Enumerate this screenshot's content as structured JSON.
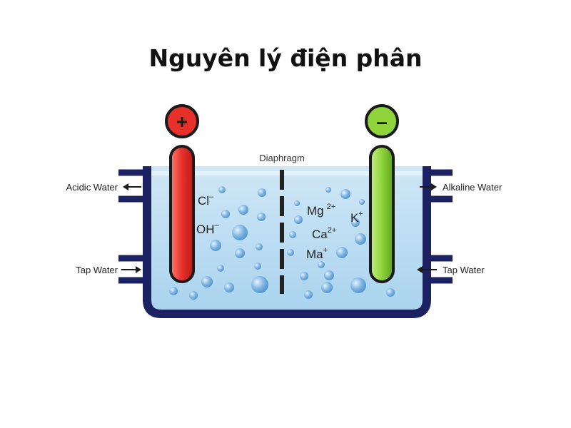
{
  "title": "Nguyên lý điện phân",
  "anode": {
    "symbol": "+",
    "color": "#e8302a"
  },
  "cathode": {
    "symbol": "–",
    "color": "#8fd43a"
  },
  "diaphragm_label": "Diaphragm",
  "outlets": {
    "acidic": "Acidic Water",
    "alkaline": "Alkaline Water",
    "tap_left": "Tap Water",
    "tap_right": "Tap Water"
  },
  "ions_left": {
    "cl": {
      "base": "Cl",
      "sup": "–"
    },
    "oh": {
      "base": "OH",
      "sup": "–"
    }
  },
  "ions_right": {
    "mg": {
      "base": "Mg",
      "sup": "2+"
    },
    "k": {
      "base": "K",
      "sup": "+"
    },
    "ca": {
      "base": "Ca",
      "sup": "2+"
    },
    "ma": {
      "base": "Ma",
      "sup": "+"
    }
  },
  "colors": {
    "tank": "#1c2162",
    "water": "#cfe7f6",
    "water_deep": "#a9d3ee",
    "bubble": "#4f93cf"
  }
}
